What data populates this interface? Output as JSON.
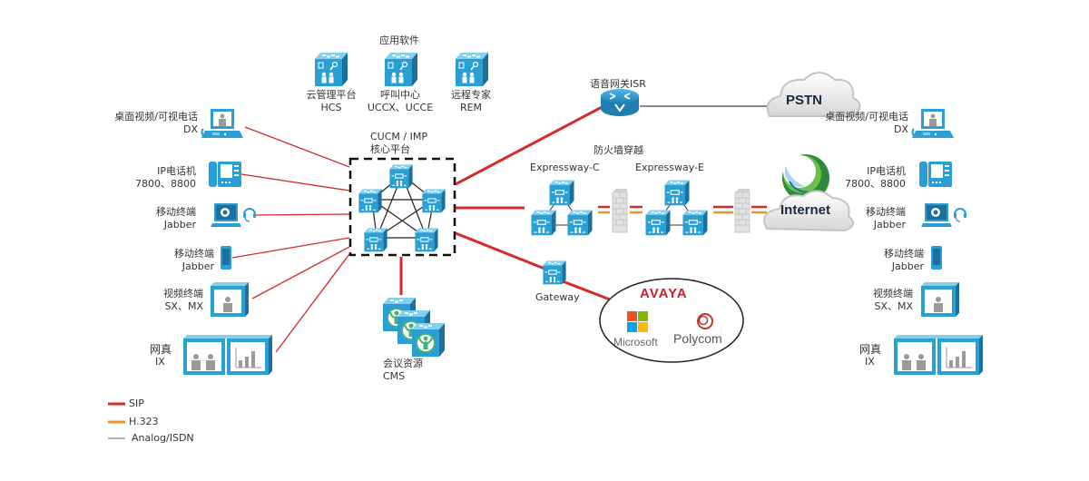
{
  "colors": {
    "sip": "#d42a2a",
    "h323": "#f0922e",
    "analog": "#888888",
    "cisco_blue": "#2a9fd6",
    "cisco_dark": "#1f6f9c",
    "gray_user": "#9a9a9a",
    "avaya": "#cc1f2e",
    "polycom": "#c0392b"
  },
  "apps": {
    "title": "应用软件",
    "items": [
      {
        "name": "云管理平台",
        "code": "HCS"
      },
      {
        "name": "呼叫中心",
        "code": "UCCX、UCCE"
      },
      {
        "name": "远程专家",
        "code": "REM"
      }
    ]
  },
  "core": {
    "line1": "CUCM / IMP",
    "line2": "核心平台"
  },
  "cms": {
    "name": "会议资源",
    "code": "CMS"
  },
  "left_endpoints": [
    {
      "name": "桌面视频/可视电话",
      "code": "DX",
      "icon": "desktop-video-phone-icon"
    },
    {
      "name": "IP电话机",
      "code": "7800、8800",
      "icon": "ip-phone-icon"
    },
    {
      "name": "移动终端",
      "code": "Jabber",
      "icon": "laptop-jabber-icon"
    },
    {
      "name": "移动终端",
      "code": "Jabber",
      "icon": "mobile-phone-icon"
    },
    {
      "name": "视频终端",
      "code": "SX、MX",
      "icon": "video-endpoint-icon"
    },
    {
      "name": "网真",
      "code": "IX",
      "icon": "telepresence-icon"
    }
  ],
  "right_endpoints": [
    {
      "name": "桌面视频/可视电话",
      "code": "DX",
      "icon": "desktop-video-phone-icon"
    },
    {
      "name": "IP电话机",
      "code": "7800、8800",
      "icon": "ip-phone-icon"
    },
    {
      "name": "移动终端",
      "code": "Jabber",
      "icon": "laptop-jabber-icon"
    },
    {
      "name": "移动终端",
      "code": "Jabber",
      "icon": "mobile-phone-icon"
    },
    {
      "name": "视频终端",
      "code": "SX、MX",
      "icon": "video-endpoint-icon"
    },
    {
      "name": "网真",
      "code": "IX",
      "icon": "telepresence-icon"
    }
  ],
  "gateway_isr": {
    "label": "语音网关ISR"
  },
  "pstn": {
    "label": "PSTN"
  },
  "internet": {
    "label": "Internet"
  },
  "firewall": {
    "label": "防火墙穿越"
  },
  "expressway_c": {
    "label": "Expressway-C"
  },
  "expressway_e": {
    "label": "Expressway-E"
  },
  "gateway": {
    "label": "Gateway"
  },
  "third_party": {
    "avaya": "AVAYA",
    "microsoft": "Microsoft",
    "polycom": "Polycom"
  },
  "legend": [
    {
      "label": "SIP",
      "type": "sip"
    },
    {
      "label": "H.323",
      "type": "h323"
    },
    {
      "label": "Analog/ISDN",
      "type": "analog"
    }
  ]
}
